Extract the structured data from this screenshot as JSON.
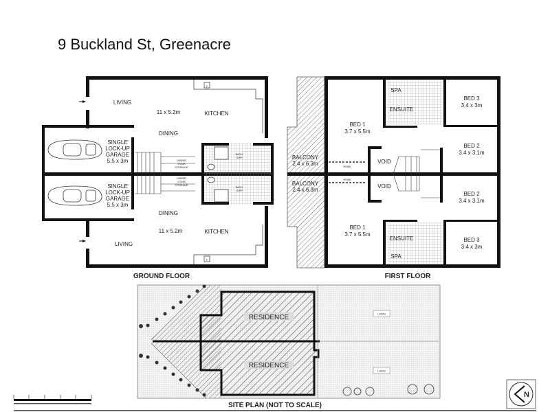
{
  "title": "9 Buckland St, Greenacre",
  "ground_floor": {
    "caption": "GROUND FLOOR",
    "units": [
      {
        "living": "LIVING",
        "size": "11 x 5.2m",
        "dining": "DINING",
        "kitchen": "KITCHEN",
        "garage": [
          "SINGLE",
          "LOCK-UP",
          "GARAGE",
          "5.5 x 3m"
        ],
        "under_stair": [
          "UNDER",
          "STAIR",
          "STORAGE"
        ],
        "bath": [
          "BATH",
          "/ DRY"
        ],
        "fridge": "F"
      },
      {
        "living": "LIVING",
        "size": "11 x 5.2m",
        "dining": "DINING",
        "kitchen": "KITCHEN",
        "garage": [
          "SINGLE",
          "LOCK-UP",
          "GARAGE",
          "5.5 x 3m"
        ],
        "under_stair": [
          "UNDER",
          "STAIR",
          "STORAGE"
        ],
        "bath": [
          "BATH",
          "/ DRY"
        ],
        "fridge": "F"
      }
    ]
  },
  "first_floor": {
    "caption": "FIRST FLOOR",
    "units": [
      {
        "bed1": [
          "BED 1",
          "3.7 x 5.5m"
        ],
        "bed2": [
          "BED 2",
          "3.4 x 3.1m"
        ],
        "bed3": [
          "BED 3",
          "3.4 x 3m"
        ],
        "balcony": [
          "BALCONY",
          "2.4 x 6.3m"
        ],
        "ensuite": "ENSUITE",
        "spa": "SPA",
        "void": "VOID",
        "robe": "ROBE"
      },
      {
        "bed1": [
          "BED 1",
          "3.7 x 5.5m"
        ],
        "bed2": [
          "BED 2",
          "3.4 x 3.1m"
        ],
        "bed3": [
          "BED 3",
          "3.4 x 3m"
        ],
        "balcony": [
          "BALCONY",
          "2.4 x 6.3m"
        ],
        "ensuite": "ENSUITE",
        "spa": "SPA",
        "void": "VOID",
        "robe": "ROBE"
      }
    ]
  },
  "site_plan": {
    "caption": "SITE PLAN (NOT TO SCALE)",
    "residence": [
      "RESIDENCE",
      "RESIDENCE"
    ],
    "lawn": [
      "LAWN",
      "LAWN"
    ],
    "north_label": "N"
  },
  "colors": {
    "wall": "#111111",
    "hatch": "#888888",
    "lawn": "#f1f1f1"
  }
}
